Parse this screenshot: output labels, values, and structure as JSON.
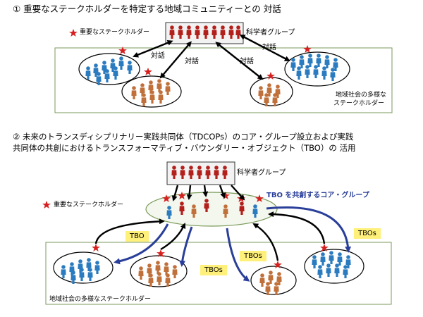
{
  "section1": {
    "title": "① 重要なステークホルダーを特定する地域コミュニティーとの 対話",
    "legend_label": "重要なステークホルダー",
    "scientist_label": "科学者グループ",
    "dialogue_labels": [
      "対話",
      "対話",
      "対話",
      "対話"
    ],
    "community_label_line1": "地域社会の多様な",
    "community_label_line2": "ステークホルダー"
  },
  "section2": {
    "title_line1": "② 未来のトランスディシプリナリー実践共同体（TDCOPs）のコア・グループ設立および実践",
    "title_line2": "共同体の共創におけるトランスフォーマティブ・バウンダリー・オブジェクト（TBO）の 活用",
    "scientist_label": "科学者グループ",
    "legend_label": "重要なステークホルダー",
    "core_label": "TBO を共創するコア・グループ",
    "tbo_tags": [
      "TBO",
      "TBOs",
      "TBOs",
      "TBOs"
    ],
    "community_label": "地域社会の多様なステークホルダー"
  },
  "colors": {
    "red_person": "#b3201c",
    "blue_person": "#2a7bbf",
    "orange_person": "#c0703a",
    "star": "#d62020",
    "arrow_blue": "#2a3f9a",
    "tag_yellow": "#fff07a",
    "frame_green": "#7a9a5a"
  }
}
